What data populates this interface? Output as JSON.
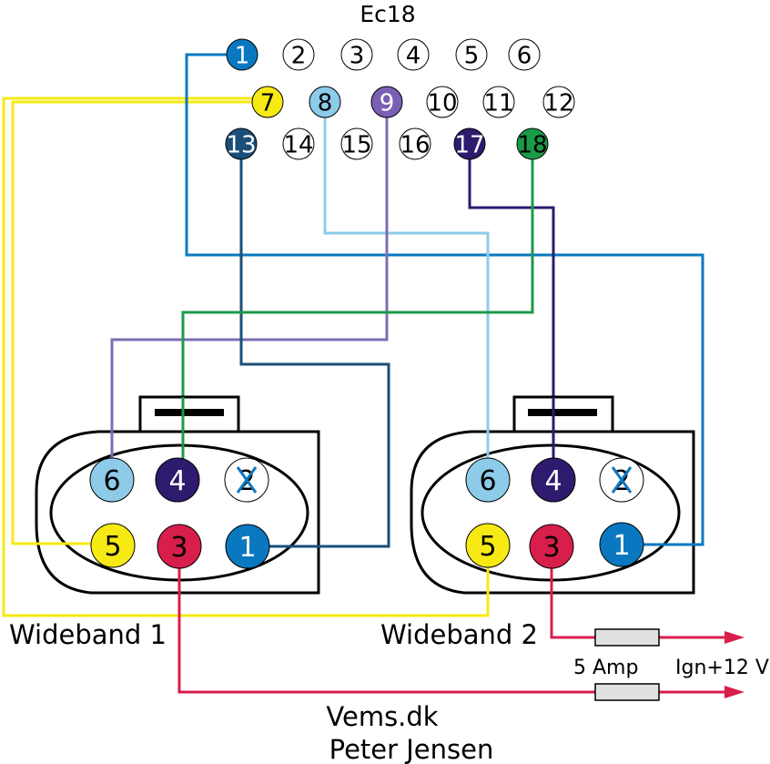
{
  "header": {
    "title": "Ec18"
  },
  "ecu_pins": [
    {
      "label": "1",
      "fill": "#0a78c0",
      "text_color": "#ffffff"
    },
    {
      "label": "2",
      "fill": "#ffffff",
      "text_color": "#000000"
    },
    {
      "label": "3",
      "fill": "#ffffff",
      "text_color": "#000000"
    },
    {
      "label": "4",
      "fill": "#ffffff",
      "text_color": "#000000"
    },
    {
      "label": "5",
      "fill": "#ffffff",
      "text_color": "#000000"
    },
    {
      "label": "6",
      "fill": "#ffffff",
      "text_color": "#000000"
    },
    {
      "label": "7",
      "fill": "#f7ea14",
      "text_color": "#000000"
    },
    {
      "label": "8",
      "fill": "#8dcbe9",
      "text_color": "#000000"
    },
    {
      "label": "9",
      "fill": "#7b5fb4",
      "text_color": "#ffffff"
    },
    {
      "label": "10",
      "fill": "#ffffff",
      "text_color": "#000000"
    },
    {
      "label": "11",
      "fill": "#ffffff",
      "text_color": "#000000"
    },
    {
      "label": "12",
      "fill": "#ffffff",
      "text_color": "#000000"
    },
    {
      "label": "13",
      "fill": "#1b4f7a",
      "text_color": "#ffffff"
    },
    {
      "label": "14",
      "fill": "#ffffff",
      "text_color": "#000000"
    },
    {
      "label": "15",
      "fill": "#ffffff",
      "text_color": "#000000"
    },
    {
      "label": "16",
      "fill": "#ffffff",
      "text_color": "#000000"
    },
    {
      "label": "17",
      "fill": "#2e1b6e",
      "text_color": "#ffffff"
    },
    {
      "label": "18",
      "fill": "#1b9a48",
      "text_color": "#000000"
    }
  ],
  "connectors": [
    {
      "name": "Wideband 1",
      "pins": [
        {
          "label": "6",
          "fill": "#8dcbe9",
          "text_color": "#000000"
        },
        {
          "label": "4",
          "fill": "#2e1b6e",
          "text_color": "#ffffff"
        },
        {
          "label": "2",
          "fill": "#ffffff",
          "text_color": "#000000",
          "crossed": true
        },
        {
          "label": "5",
          "fill": "#f7ea14",
          "text_color": "#000000"
        },
        {
          "label": "3",
          "fill": "#d81e4b",
          "text_color": "#000000"
        },
        {
          "label": "1",
          "fill": "#0a78c0",
          "text_color": "#ffffff"
        }
      ]
    },
    {
      "name": "Wideband 2",
      "pins": [
        {
          "label": "6",
          "fill": "#8dcbe9",
          "text_color": "#000000"
        },
        {
          "label": "4",
          "fill": "#2e1b6e",
          "text_color": "#ffffff"
        },
        {
          "label": "2",
          "fill": "#ffffff",
          "text_color": "#000000",
          "crossed": true
        },
        {
          "label": "5",
          "fill": "#f7ea14",
          "text_color": "#000000"
        },
        {
          "label": "3",
          "fill": "#d81e4b",
          "text_color": "#000000"
        },
        {
          "label": "1",
          "fill": "#0a78c0",
          "text_color": "#ffffff"
        }
      ]
    }
  ],
  "power": {
    "fuse_label": "5 Amp",
    "supply_label": "Ign+12 V"
  },
  "footer": {
    "site": "Vems.dk",
    "author": "Peter Jensen"
  },
  "colors": {
    "yellow_wire": "#f7ea14",
    "blue_wire": "#0a78c0",
    "light_blue_wire": "#8dcbe9",
    "purple_wire": "#7b6fb4",
    "dark_blue_wire": "#1b4f7a",
    "navy_wire": "#2e1b6e",
    "green_wire": "#1b9a48",
    "red_wire": "#d81e4b"
  }
}
